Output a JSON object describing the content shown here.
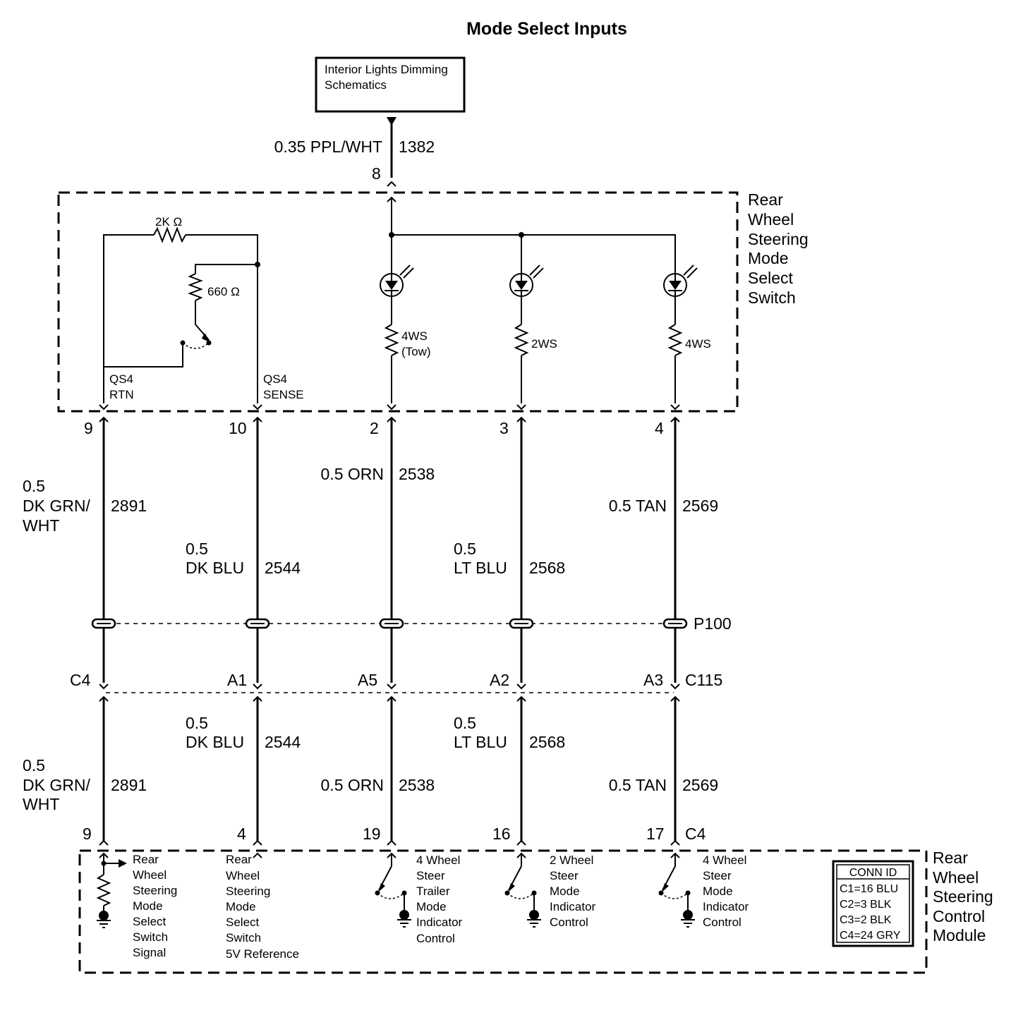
{
  "title": "Mode Select Inputs",
  "source_box": {
    "line1": "Interior Lights Dimming",
    "line2": "Schematics"
  },
  "top_wire": {
    "spec": "0.35 PPL/WHT",
    "circuit": "1382",
    "pin": "8"
  },
  "switch_module": {
    "label": [
      "Rear",
      "Wheel",
      "Steering",
      "Mode",
      "Select",
      "Switch"
    ],
    "res_2k": "2K Ω",
    "res_660": "660 Ω",
    "qs4_rtn": [
      "QS4",
      "RTN"
    ],
    "qs4_sense": [
      "QS4",
      "SENSE"
    ],
    "led1": [
      "4WS",
      "(Tow)"
    ],
    "led2": "2WS",
    "led3": "4WS"
  },
  "switch_pins": [
    "9",
    "10",
    "2",
    "3",
    "4"
  ],
  "upper_wires": {
    "w9": {
      "size": "0.5",
      "color1": "DK GRN/",
      "color2": "WHT",
      "circuit": "2891"
    },
    "w10": {
      "size": "0.5",
      "color": "DK BLU",
      "circuit": "2544"
    },
    "w2": {
      "spec": "0.5 ORN",
      "circuit": "2538"
    },
    "w3": {
      "size": "0.5",
      "color": "LT BLU",
      "circuit": "2568"
    },
    "w4": {
      "spec": "0.5 TAN",
      "circuit": "2569"
    }
  },
  "splice": "P100",
  "connector": {
    "pins": [
      "C4",
      "A1",
      "A5",
      "A2",
      "A3"
    ],
    "name": "C115"
  },
  "lower_wires": {
    "w9": {
      "size": "0.5",
      "color1": "DK GRN/",
      "color2": "WHT",
      "circuit": "2891"
    },
    "w10": {
      "size": "0.5",
      "color": "DK BLU",
      "circuit": "2544"
    },
    "w2": {
      "spec": "0.5 ORN",
      "circuit": "2538"
    },
    "w3": {
      "size": "0.5",
      "color": "LT BLU",
      "circuit": "2568"
    },
    "w4": {
      "spec": "0.5 TAN",
      "circuit": "2569"
    }
  },
  "module_pins": [
    "9",
    "4",
    "19",
    "16",
    "17"
  ],
  "module_conn": "C4",
  "module_inputs": {
    "in1": [
      "Rear",
      "Wheel",
      "Steering",
      "Mode",
      "Select",
      "Switch",
      "Signal"
    ],
    "in2": [
      "Rear",
      "Wheel",
      "Steering",
      "Mode",
      "Select",
      "Switch",
      "5V Reference"
    ],
    "in3": [
      "4 Wheel",
      "Steer",
      "Trailer",
      "Mode",
      "Indicator",
      "Control"
    ],
    "in4": [
      "2 Wheel",
      "Steer",
      "Mode",
      "Indicator",
      "Control"
    ],
    "in5": [
      "4 Wheel",
      "Steer",
      "Mode",
      "Indicator",
      "Control"
    ]
  },
  "conn_id": {
    "header": "CONN ID",
    "rows": [
      "C1=16 BLU",
      "C2=3 BLK",
      "C3=2 BLK",
      "C4=24 GRY"
    ]
  },
  "control_module": [
    "Rear",
    "Wheel",
    "Steering",
    "Control",
    "Module"
  ]
}
